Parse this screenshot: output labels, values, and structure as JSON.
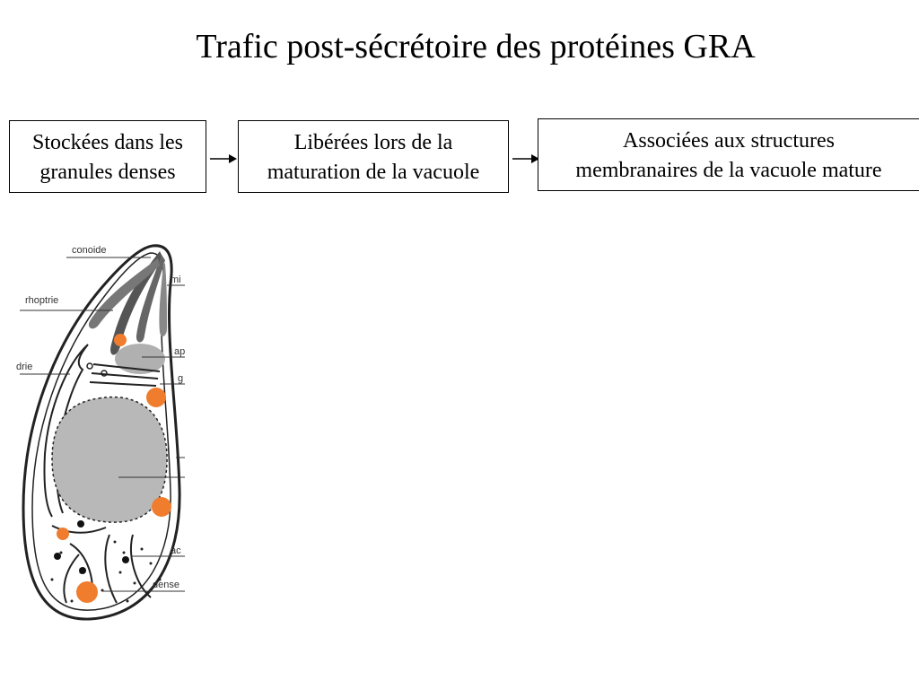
{
  "title": "Trafic post-sécrétoire des protéines GRA",
  "steps": [
    {
      "line1": "Stockées dans les",
      "line2": "granules denses"
    },
    {
      "line1": "Libérées lors de la",
      "line2": "maturation de la vacuole"
    },
    {
      "line1": "Associées aux structures",
      "line2": "membranaires de la vacuole mature"
    }
  ],
  "figure": {
    "labels": {
      "conoide": "conoide",
      "mi": "mi",
      "rhoptrie": "rhoptrie",
      "ap": "ap",
      "drie": "drie",
      "g": "g",
      "ac": "ac",
      "dense": "dense"
    },
    "colors": {
      "granule": "#f07d2e",
      "organelle_gray": "#b0b0b0",
      "outline": "#222222"
    }
  }
}
